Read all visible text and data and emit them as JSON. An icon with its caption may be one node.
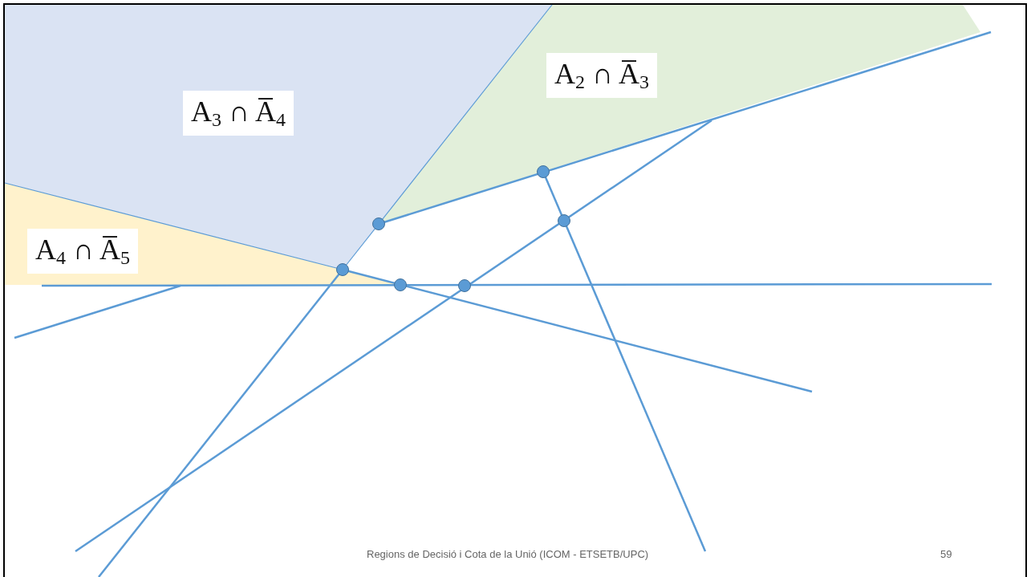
{
  "diagram": {
    "labels": [
      "A$_{3}$ ∩ A̅$_{4}$",
      "A$_{2}$ ∩ A̅$_{3}$",
      "A$_{4}$ ∩ A̅$_{5}$",
      "Regions de Decisió i Cota de la Unió (ICOM - ETSETB/UPC)",
      "59"
    ]
  }
}
